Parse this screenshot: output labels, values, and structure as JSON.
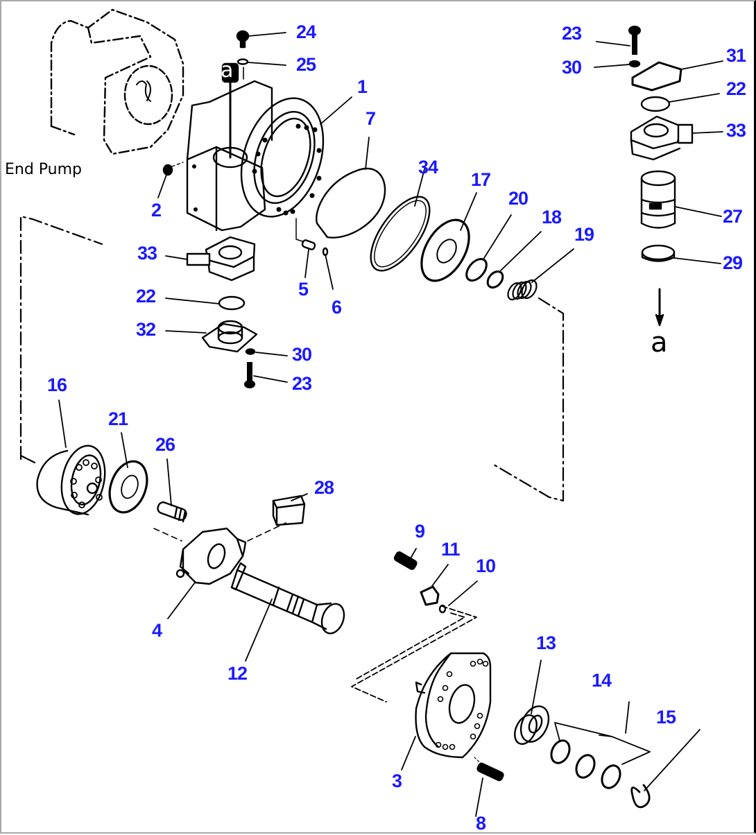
{
  "diagram": {
    "type": "exploded parts diagram",
    "subject": "hydraulic pump assembly",
    "callout_color": "#1a1aff",
    "line_color": "#000000",
    "labels": {
      "end_pump": "End Pump",
      "ref_a_top": "a",
      "ref_a_side": "a"
    },
    "callouts": [
      {
        "id": "c1",
        "text": "1"
      },
      {
        "id": "c2",
        "text": "2"
      },
      {
        "id": "c3",
        "text": "3"
      },
      {
        "id": "c4",
        "text": "4"
      },
      {
        "id": "c5",
        "text": "5"
      },
      {
        "id": "c6",
        "text": "6"
      },
      {
        "id": "c7",
        "text": "7"
      },
      {
        "id": "c8",
        "text": "8"
      },
      {
        "id": "c9",
        "text": "9"
      },
      {
        "id": "c10",
        "text": "10"
      },
      {
        "id": "c11",
        "text": "11"
      },
      {
        "id": "c12",
        "text": "12"
      },
      {
        "id": "c13",
        "text": "13"
      },
      {
        "id": "c14",
        "text": "14"
      },
      {
        "id": "c15",
        "text": "15"
      },
      {
        "id": "c16",
        "text": "16"
      },
      {
        "id": "c17",
        "text": "17"
      },
      {
        "id": "c18",
        "text": "18"
      },
      {
        "id": "c19",
        "text": "19"
      },
      {
        "id": "c20",
        "text": "20"
      },
      {
        "id": "c21",
        "text": "21"
      },
      {
        "id": "c22a",
        "text": "22"
      },
      {
        "id": "c22b",
        "text": "22"
      },
      {
        "id": "c23a",
        "text": "23"
      },
      {
        "id": "c23b",
        "text": "23"
      },
      {
        "id": "c24",
        "text": "24"
      },
      {
        "id": "c25",
        "text": "25"
      },
      {
        "id": "c26",
        "text": "26"
      },
      {
        "id": "c27",
        "text": "27"
      },
      {
        "id": "c28",
        "text": "28"
      },
      {
        "id": "c29",
        "text": "29"
      },
      {
        "id": "c30a",
        "text": "30"
      },
      {
        "id": "c30b",
        "text": "30"
      },
      {
        "id": "c31",
        "text": "31"
      },
      {
        "id": "c32",
        "text": "32"
      },
      {
        "id": "c33a",
        "text": "33"
      },
      {
        "id": "c33b",
        "text": "33"
      },
      {
        "id": "c34",
        "text": "34"
      }
    ]
  }
}
